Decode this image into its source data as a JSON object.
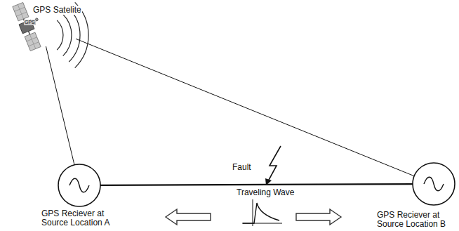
{
  "diagram": {
    "nodes": [
      {
        "text": [
          "GPS Satelite"
        ]
      },
      {
        "text": [
          "GPS Reciever at Source Location A"
        ]
      },
      {
        "text": [
          "GPS Reciever at Source Location B"
        ]
      }
    ],
    "edges": [
      {
        "from": 0,
        "to": 1,
        "arrow": "none"
      },
      {
        "from": 0,
        "to": 2,
        "arrow": "none"
      },
      {
        "from": 1,
        "to": 2,
        "arrow": "none"
      }
    ],
    "labels": [
      "GPS",
      "Fault",
      "Traveling Wave"
    ]
  }
}
